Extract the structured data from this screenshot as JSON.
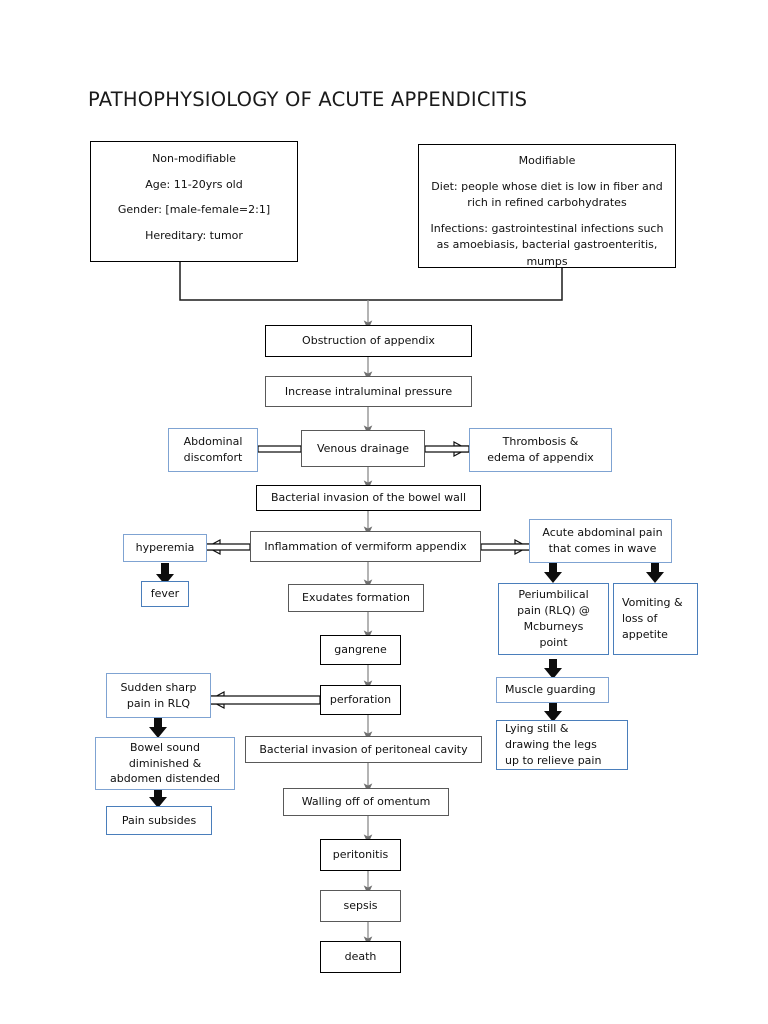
{
  "title": "PATHOPHYSIOLOGY OF ACUTE APPENDICITIS",
  "colors": {
    "black_border": "#000000",
    "gray_border": "#595959",
    "light_blue_border": "#7FA3D2",
    "blue_border": "#4A7EBB",
    "background": "#ffffff",
    "text": "#101010",
    "connector": "#7f7f7f"
  },
  "risk_factors": {
    "non_modifiable": {
      "heading": "Non-modifiable",
      "lines": [
        "Age: 11-20yrs old",
        "Gender: [male-female=2:1]",
        "Hereditary: tumor"
      ]
    },
    "modifiable": {
      "heading": "Modifiable",
      "lines": [
        "Diet: people whose diet is low in fiber and rich in refined carbohydrates",
        "Infections: gastrointestinal infections such as amoebiasis, bacterial gastroenteritis, mumps"
      ]
    }
  },
  "nodes": {
    "obstruction": "Obstruction of appendix",
    "intraluminal_pressure": "Increase intraluminal pressure",
    "abdominal_discomfort": "Abdominal\ndiscomfort",
    "venous_drainage": "Venous drainage",
    "thrombosis": "Thrombosis &\nedema of appendix",
    "bacterial_bowel_wall": "Bacterial invasion of the bowel wall",
    "hyperemia": "hyperemia",
    "inflammation": "Inflammation of vermiform appendix",
    "acute_abdominal_pain": "Acute abdominal pain\nthat comes in wave",
    "fever": "fever",
    "exudates": "Exudates formation",
    "periumbilical_pain": "Periumbilical\npain (RLQ) @\nMcburneys\npoint",
    "vomiting": "Vomiting &\nloss of\nappetite",
    "gangrene": "gangrene",
    "muscle_guarding": "Muscle guarding",
    "sudden_sharp_pain": "Sudden sharp\npain in RLQ",
    "perforation": "perforation",
    "lying_still": "Lying still &\ndrawing the legs\nup to relieve pain",
    "bowel_sound": "Bowel sound\ndiminished &\nabdomen distended",
    "bacterial_peritoneal": "Bacterial invasion of peritoneal cavity",
    "walling_off": "Walling off of omentum",
    "pain_subsides": "Pain subsides",
    "peritonitis": "peritonitis",
    "sepsis": "sepsis",
    "death": "death"
  },
  "chart_data": {
    "type": "flowchart",
    "title": "PATHOPHYSIOLOGY OF ACUTE APPENDICITIS",
    "orientation": "top-to-bottom",
    "nodes": [
      {
        "id": "non_modifiable",
        "label": "Non-modifiable",
        "style": "black-card"
      },
      {
        "id": "modifiable",
        "label": "Modifiable",
        "style": "black-card"
      },
      {
        "id": "obstruction",
        "label": "Obstruction of appendix",
        "style": "black"
      },
      {
        "id": "intraluminal_pressure",
        "label": "Increase intraluminal pressure",
        "style": "gray"
      },
      {
        "id": "abdominal_discomfort",
        "label": "Abdominal discomfort",
        "style": "light-blue"
      },
      {
        "id": "venous_drainage",
        "label": "Venous drainage",
        "style": "gray"
      },
      {
        "id": "thrombosis",
        "label": "Thrombosis & edema of appendix",
        "style": "light-blue"
      },
      {
        "id": "bacterial_bowel_wall",
        "label": "Bacterial invasion of the bowel wall",
        "style": "black"
      },
      {
        "id": "hyperemia",
        "label": "hyperemia",
        "style": "light-blue"
      },
      {
        "id": "inflammation",
        "label": "Inflammation of vermiform appendix",
        "style": "gray"
      },
      {
        "id": "acute_abdominal_pain",
        "label": "Acute abdominal pain that comes in wave",
        "style": "light-blue"
      },
      {
        "id": "fever",
        "label": "fever",
        "style": "blue"
      },
      {
        "id": "exudates",
        "label": "Exudates formation",
        "style": "gray"
      },
      {
        "id": "periumbilical_pain",
        "label": "Periumbilical pain (RLQ) @ Mcburneys point",
        "style": "blue"
      },
      {
        "id": "vomiting",
        "label": "Vomiting & loss of appetite",
        "style": "blue"
      },
      {
        "id": "gangrene",
        "label": "gangrene",
        "style": "black"
      },
      {
        "id": "muscle_guarding",
        "label": "Muscle guarding",
        "style": "light-blue"
      },
      {
        "id": "sudden_sharp_pain",
        "label": "Sudden sharp pain in RLQ",
        "style": "light-blue"
      },
      {
        "id": "perforation",
        "label": "perforation",
        "style": "black"
      },
      {
        "id": "lying_still",
        "label": "Lying still & drawing the legs up to relieve pain",
        "style": "blue"
      },
      {
        "id": "bowel_sound",
        "label": "Bowel sound diminished & abdomen distended",
        "style": "light-blue"
      },
      {
        "id": "bacterial_peritoneal",
        "label": "Bacterial invasion of peritoneal cavity",
        "style": "gray"
      },
      {
        "id": "walling_off",
        "label": "Walling off of omentum",
        "style": "gray"
      },
      {
        "id": "pain_subsides",
        "label": "Pain subsides",
        "style": "blue"
      },
      {
        "id": "peritonitis",
        "label": "peritonitis",
        "style": "black"
      },
      {
        "id": "sepsis",
        "label": "sepsis",
        "style": "gray"
      },
      {
        "id": "death",
        "label": "death",
        "style": "black"
      }
    ],
    "edges": [
      {
        "from": "non_modifiable",
        "to": "obstruction",
        "type": "elbow"
      },
      {
        "from": "modifiable",
        "to": "obstruction",
        "type": "elbow"
      },
      {
        "from": "obstruction",
        "to": "intraluminal_pressure",
        "type": "arrow"
      },
      {
        "from": "intraluminal_pressure",
        "to": "venous_drainage",
        "type": "arrow"
      },
      {
        "from": "venous_drainage",
        "to": "abdominal_discomfort",
        "type": "double-arrow-left"
      },
      {
        "from": "venous_drainage",
        "to": "thrombosis",
        "type": "double-arrow-right"
      },
      {
        "from": "venous_drainage",
        "to": "bacterial_bowel_wall",
        "type": "arrow"
      },
      {
        "from": "bacterial_bowel_wall",
        "to": "inflammation",
        "type": "arrow"
      },
      {
        "from": "inflammation",
        "to": "hyperemia",
        "type": "double-arrow-left"
      },
      {
        "from": "inflammation",
        "to": "acute_abdominal_pain",
        "type": "double-arrow-right"
      },
      {
        "from": "hyperemia",
        "to": "fever",
        "type": "block-arrow"
      },
      {
        "from": "inflammation",
        "to": "exudates",
        "type": "arrow"
      },
      {
        "from": "acute_abdominal_pain",
        "to": "periumbilical_pain",
        "type": "block-arrow"
      },
      {
        "from": "acute_abdominal_pain",
        "to": "vomiting",
        "type": "block-arrow"
      },
      {
        "from": "exudates",
        "to": "gangrene",
        "type": "arrow"
      },
      {
        "from": "periumbilical_pain",
        "to": "muscle_guarding",
        "type": "block-arrow"
      },
      {
        "from": "gangrene",
        "to": "perforation",
        "type": "arrow"
      },
      {
        "from": "perforation",
        "to": "sudden_sharp_pain",
        "type": "double-arrow-left"
      },
      {
        "from": "muscle_guarding",
        "to": "lying_still",
        "type": "block-arrow"
      },
      {
        "from": "sudden_sharp_pain",
        "to": "bowel_sound",
        "type": "block-arrow"
      },
      {
        "from": "perforation",
        "to": "bacterial_peritoneal",
        "type": "arrow"
      },
      {
        "from": "bacterial_peritoneal",
        "to": "walling_off",
        "type": "arrow"
      },
      {
        "from": "bowel_sound",
        "to": "pain_subsides",
        "type": "block-arrow"
      },
      {
        "from": "walling_off",
        "to": "peritonitis",
        "type": "arrow"
      },
      {
        "from": "peritonitis",
        "to": "sepsis",
        "type": "arrow"
      },
      {
        "from": "sepsis",
        "to": "death",
        "type": "arrow"
      }
    ]
  }
}
